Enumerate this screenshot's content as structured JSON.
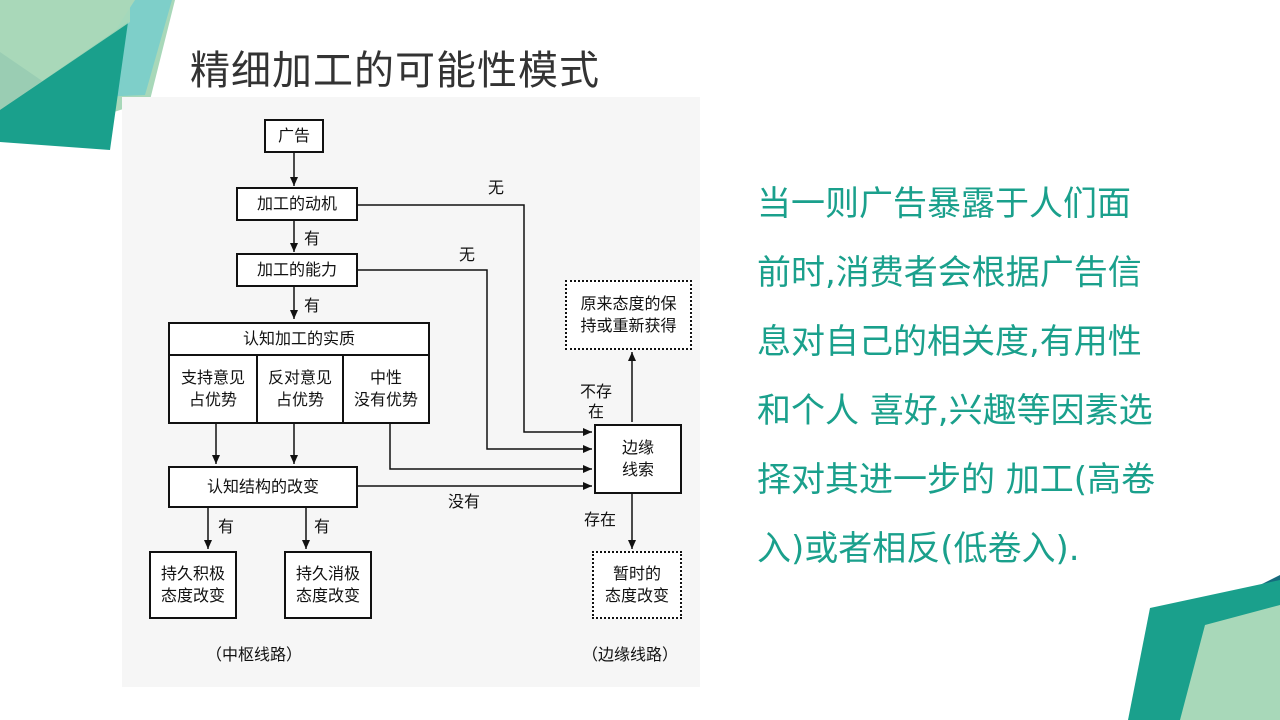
{
  "slide": {
    "title": "精细加工的可能性模式",
    "body_lines": [
      "当一则广告暴露于人们面",
      "前时,消费者会根据广告信",
      "息对自己的相关度,有用性",
      "和个人 喜好,兴趣等因素选",
      "择对其进一步的 加工(高卷",
      "入)或者相反(低卷入)."
    ],
    "colors": {
      "teal": "#1aa08c",
      "dark_teal": "#166b7e",
      "light_green": "#a8d8b9",
      "mint": "#7ecfc9"
    }
  },
  "diagram": {
    "nodes": {
      "ad": "广告",
      "motivation": "加工的动机",
      "ability": "加工的能力",
      "nature": "认知加工的实质",
      "support_1": "支持意见",
      "support_2": "占优势",
      "oppose_1": "反对意见",
      "oppose_2": "占优势",
      "neutral_1": "中性",
      "neutral_2": "没有优势",
      "structure_change": "认知结构的改变",
      "pos_1": "持久积极",
      "pos_2": "态度改变",
      "neg_1": "持久消极",
      "neg_2": "态度改变",
      "peripheral_1": "边缘",
      "peripheral_2": "线索",
      "retain_1": "原来态度的保",
      "retain_2": "持或重新获得",
      "temp_1": "暂时的",
      "temp_2": "态度改变"
    },
    "edge_labels": {
      "motivation_yes": "有",
      "ability_yes": "有",
      "motivation_no": "无",
      "ability_no": "无",
      "no_change": "没有",
      "cue_absent_1": "不存",
      "cue_absent_2": "在",
      "cue_present": "存在",
      "pos_yes": "有",
      "neg_yes": "有"
    },
    "route_labels": {
      "central": "（中枢线路）",
      "peripheral": "（边缘线路）"
    }
  }
}
